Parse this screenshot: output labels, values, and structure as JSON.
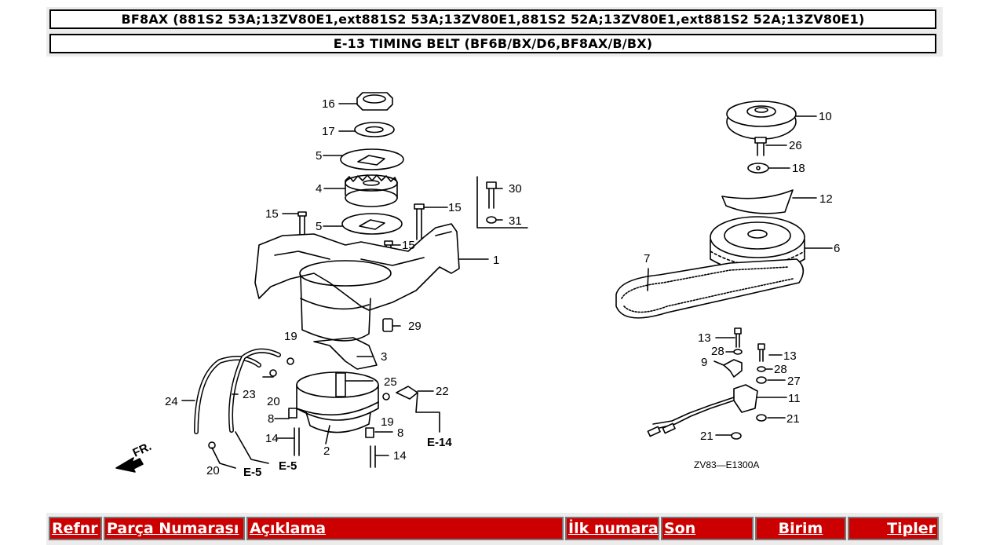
{
  "header": {
    "model_line": "BF8AX (881S2 53A;13ZV80E1,ext881S2 53A;13ZV80E1,881S2 52A;13ZV80E1,ext881S2 52A;13ZV80E1)",
    "section_line": "E-13 TIMING BELT (BF6B/BX/D6,BF8AX/B/BX)"
  },
  "diagram": {
    "labels": {
      "p16a": "16",
      "p17": "17",
      "p5a": "5",
      "p4": "4",
      "p15a": "15",
      "p5b": "5",
      "p30": "30",
      "p15b": "15",
      "p31": "31",
      "p15c": "15",
      "p1": "1",
      "p29": "29",
      "p19a": "19",
      "p3": "3",
      "p25": "25",
      "p22": "22",
      "p24": "24",
      "p23": "23",
      "p20a": "20",
      "p8a": "8",
      "p19b": "19",
      "p8b": "8",
      "p14a": "14",
      "p14b": "14",
      "p2": "2",
      "p20b": "20",
      "p10": "10",
      "p26": "26",
      "p18": "18",
      "p12": "12",
      "p6": "6",
      "p7": "7",
      "p13a": "13",
      "p28a": "28",
      "p9": "9",
      "p13b": "13",
      "p28b": "28",
      "p27": "27",
      "p11": "11",
      "p21a": "21",
      "p21b": "21"
    },
    "refs": {
      "e14": "E-14",
      "e5a": "E-5",
      "e5b": "E-5",
      "fr": "FR."
    },
    "code": "ZV83—E1300A"
  },
  "nav": {
    "refnr": "Refnr",
    "part_number": "Parça Numarası",
    "description": "Açıklama",
    "first_number": "İlk numara",
    "last": "Son",
    "unit": "Birim",
    "types": "Tipler"
  }
}
